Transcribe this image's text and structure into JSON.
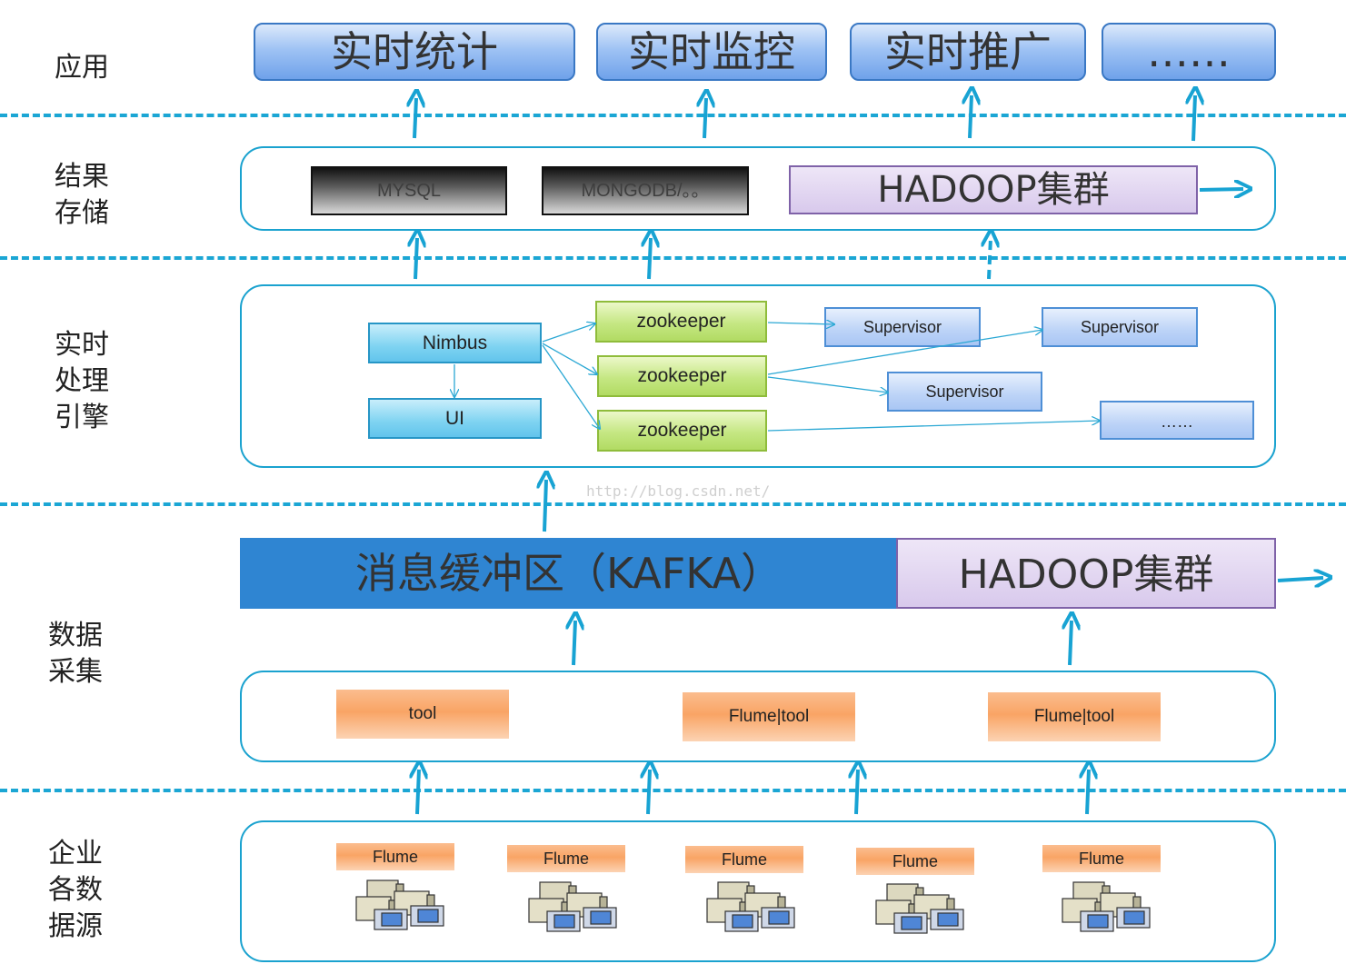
{
  "layers": {
    "app": "应用",
    "storage": [
      "结果",
      "存储"
    ],
    "engine": [
      "实时",
      "处理",
      "引擎"
    ],
    "collect": [
      "数据",
      "采集"
    ],
    "sources": [
      "企业",
      "各数",
      "据源"
    ]
  },
  "apps": [
    "实时统计",
    "实时监控",
    "实时推广",
    "……"
  ],
  "storage": {
    "mysql": "MYSQL",
    "mongodb": "MONGODB/。。",
    "hadoop": "HADOOP集群"
  },
  "engine": {
    "nimbus": "Nimbus",
    "ui": "UI",
    "zookeepers": [
      "zookeeper",
      "zookeeper",
      "zookeeper"
    ],
    "supervisors": [
      "Supervisor",
      "Supervisor",
      "Supervisor",
      "……"
    ]
  },
  "watermark": "http://blog.csdn.net/",
  "kafka": {
    "label": "消息缓冲区（KAFKA）",
    "hadoop": "HADOOP集群"
  },
  "collect": [
    "tool",
    "Flume|tool",
    "Flume|tool"
  ],
  "sources": [
    "Flume",
    "Flume",
    "Flume",
    "Flume",
    "Flume"
  ],
  "colors": {
    "accent": "#1aa2cf",
    "kafka": "#2f85d2",
    "hadoop": "#d8c9ec",
    "zookeeper": "#c5e783",
    "nimbus": "#7ed3f1",
    "flume": "#f9a465"
  },
  "icons": [
    "server-cluster-icon"
  ]
}
